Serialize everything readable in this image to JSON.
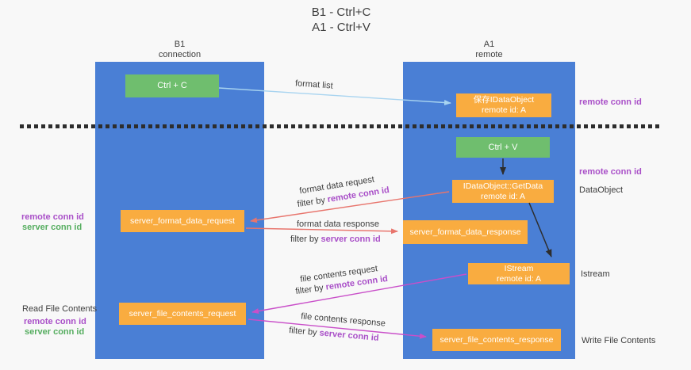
{
  "title": {
    "line1": "B1 - Ctrl+C",
    "line2": "A1 - Ctrl+V"
  },
  "lanes": {
    "left": {
      "name": "B1",
      "role": "connection"
    },
    "right": {
      "name": "A1",
      "role": "remote"
    }
  },
  "boxes": {
    "ctrl_c": {
      "label": "Ctrl + C"
    },
    "save_idataobject": {
      "line1": "保存IDataObject",
      "line2": "remote id: A"
    },
    "ctrl_v": {
      "label": "Ctrl + V"
    },
    "getdata": {
      "line1": "IDataObject::GetData",
      "line2": "remote id: A"
    },
    "istream": {
      "line1": "IStream",
      "line2": "remote id: A"
    },
    "server_format_data_request": {
      "label": "server_format_data_request"
    },
    "server_format_data_response": {
      "label": "server_format_data_response"
    },
    "server_file_contents_request": {
      "label": "server_file_contents_request"
    },
    "server_file_contents_response": {
      "label": "server_file_contents_response"
    }
  },
  "flow_labels": {
    "format_list": "format list",
    "format_data_request": "format data request",
    "format_data_response": "format data response",
    "file_contents_request": "file contents request",
    "file_contents_response": "file contents response",
    "filter_by": "filter by ",
    "remote_conn_id": "remote conn id",
    "server_conn_id": "server conn id"
  },
  "side_labels": {
    "remote_conn_id_top_right": "remote conn id",
    "remote_conn_id_mid_right": "remote conn id",
    "dataobject": "DataObject",
    "istream": "Istream",
    "write_file_contents": "Write File Contents",
    "read_file_contents": "Read File Contents",
    "remote_conn_id_left_1": "remote conn id",
    "server_conn_id_left_1": "server conn id",
    "remote_conn_id_left_2": "remote conn id",
    "server_conn_id_left_2": "server conn id"
  },
  "colors": {
    "lane_blue": "#4a7fd5",
    "box_green": "#6fbe6e",
    "box_orange": "#f9ac40",
    "arrow_blue": "#a8d4f0",
    "arrow_red": "#e8756d",
    "arrow_magenta": "#c94fc9",
    "arrow_black": "#2d2d2d",
    "text_purple": "#a94fc8",
    "text_green": "#55ad5f",
    "text_dark": "#3d3d3d",
    "background": "#f8f8f8"
  }
}
